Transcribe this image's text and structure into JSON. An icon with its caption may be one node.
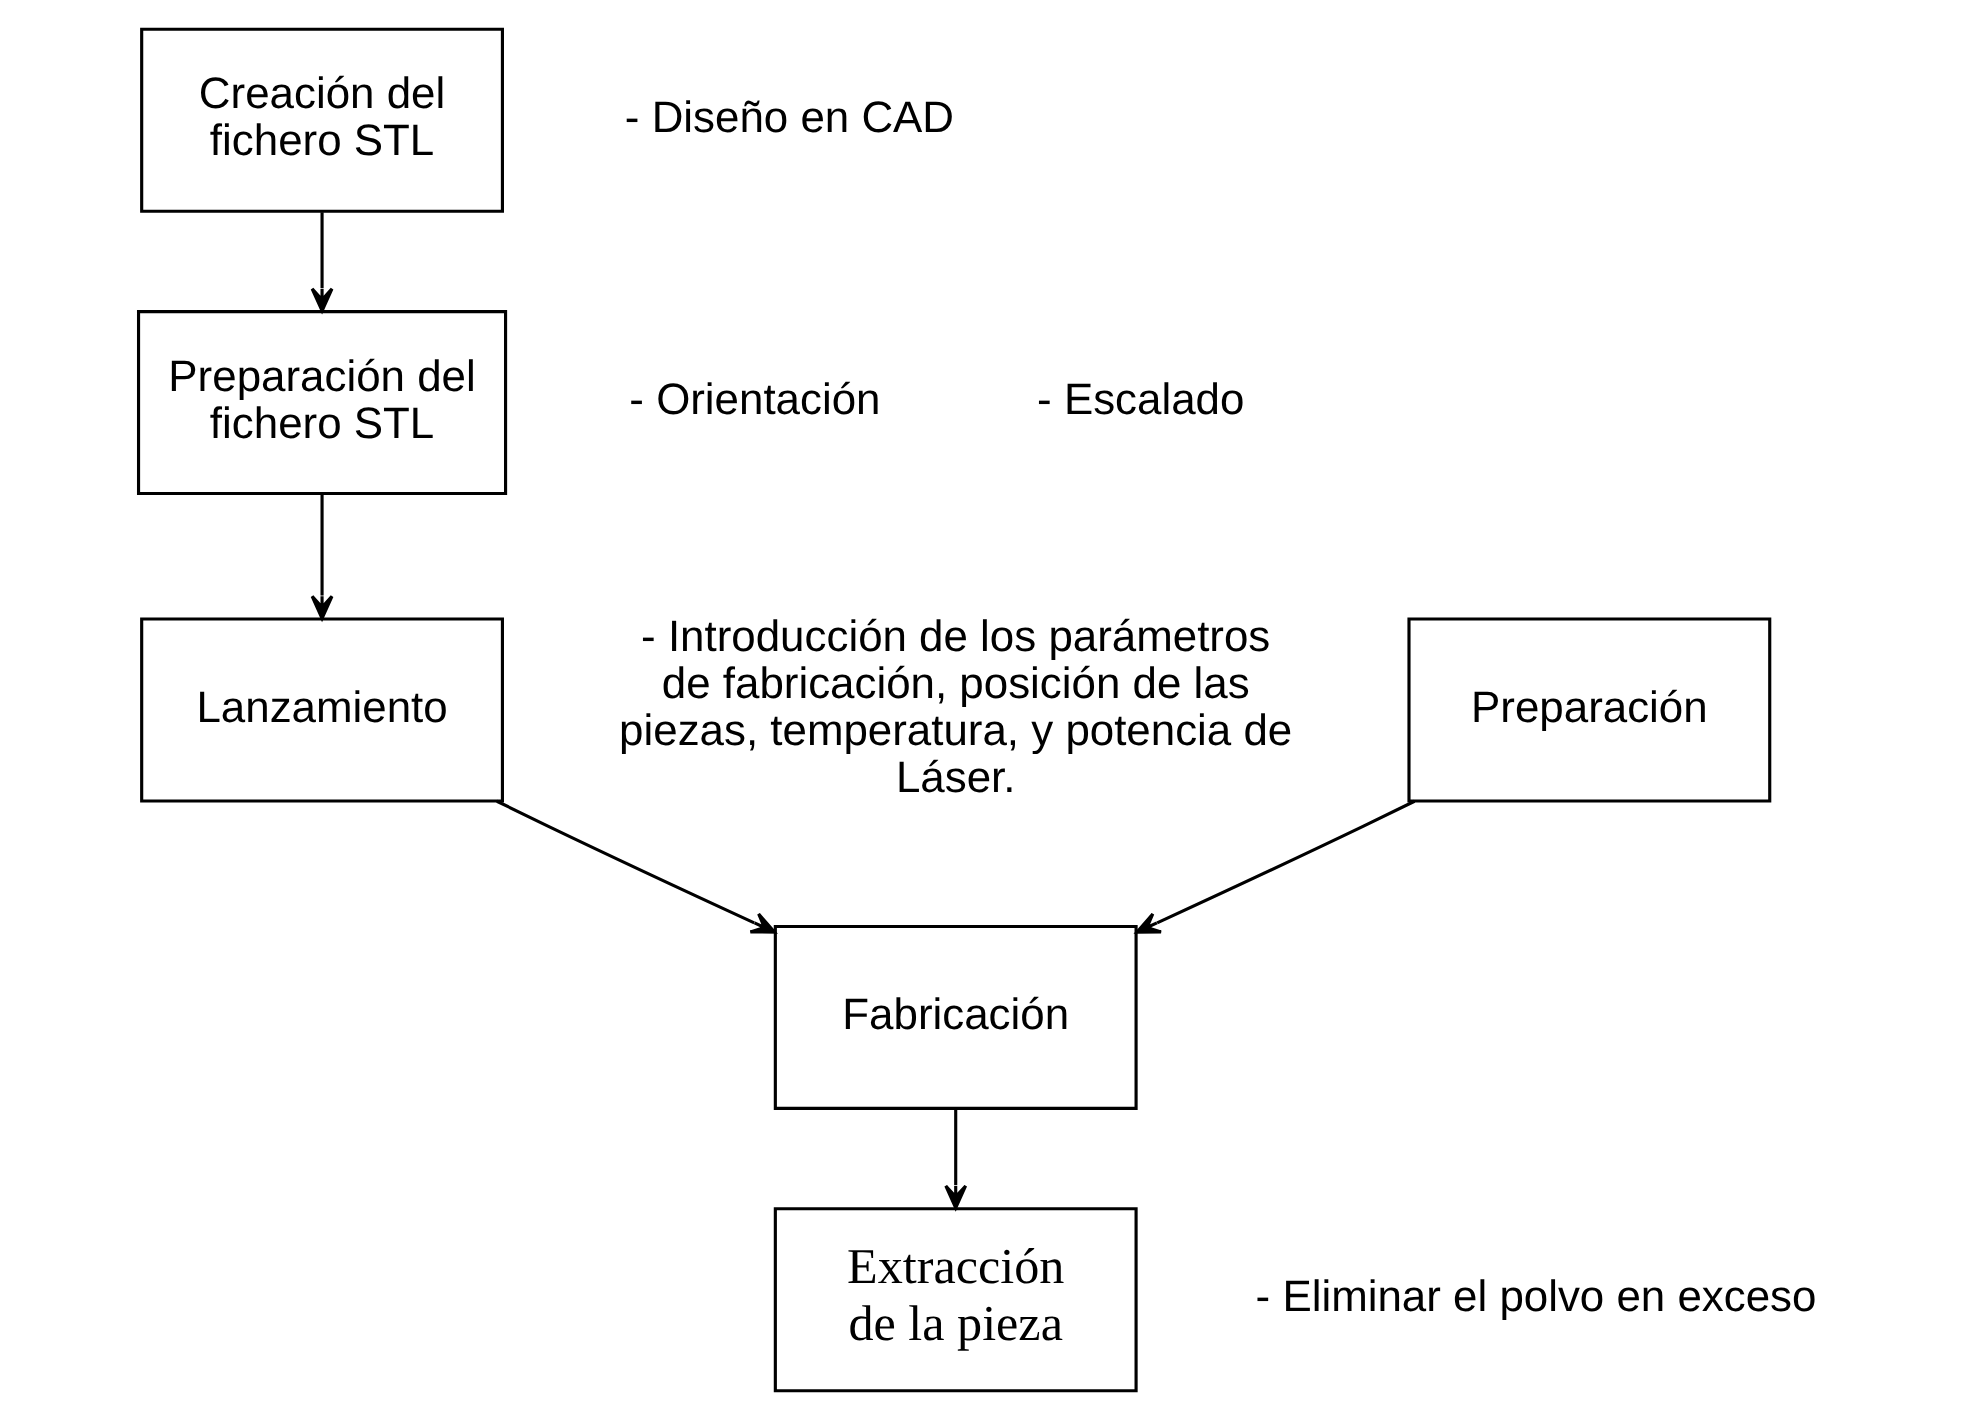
{
  "diagram": {
    "nodes": [
      {
        "text": [
          "Creación del fichero STL"
        ],
        "beside": [
          "- Diseño en CAD"
        ]
      },
      {
        "text": [
          "Preparación del fichero STL"
        ],
        "beside": [
          "- Orientación",
          "- Escalado"
        ]
      },
      {
        "text": [
          "Lanzamiento"
        ],
        "beside": [
          "- Introducción de los parámetros de fabricación, posición de las piezas, temperatura, y potencia de Láser."
        ]
      },
      {
        "text": [
          "Preparación"
        ]
      },
      {
        "text": [
          "Fabricación"
        ]
      },
      {
        "text": [
          "Extracción de la pieza"
        ],
        "beside": [
          "- Eliminar el polvo en exceso"
        ]
      }
    ],
    "edges": [
      {
        "from": 0,
        "to": 1,
        "arrow": "to"
      },
      {
        "from": 1,
        "to": 2,
        "arrow": "to"
      },
      {
        "from": 2,
        "to": 4,
        "arrow": "to"
      },
      {
        "from": 3,
        "to": 4,
        "arrow": "to"
      },
      {
        "from": 4,
        "to": 5,
        "arrow": "to"
      }
    ]
  }
}
